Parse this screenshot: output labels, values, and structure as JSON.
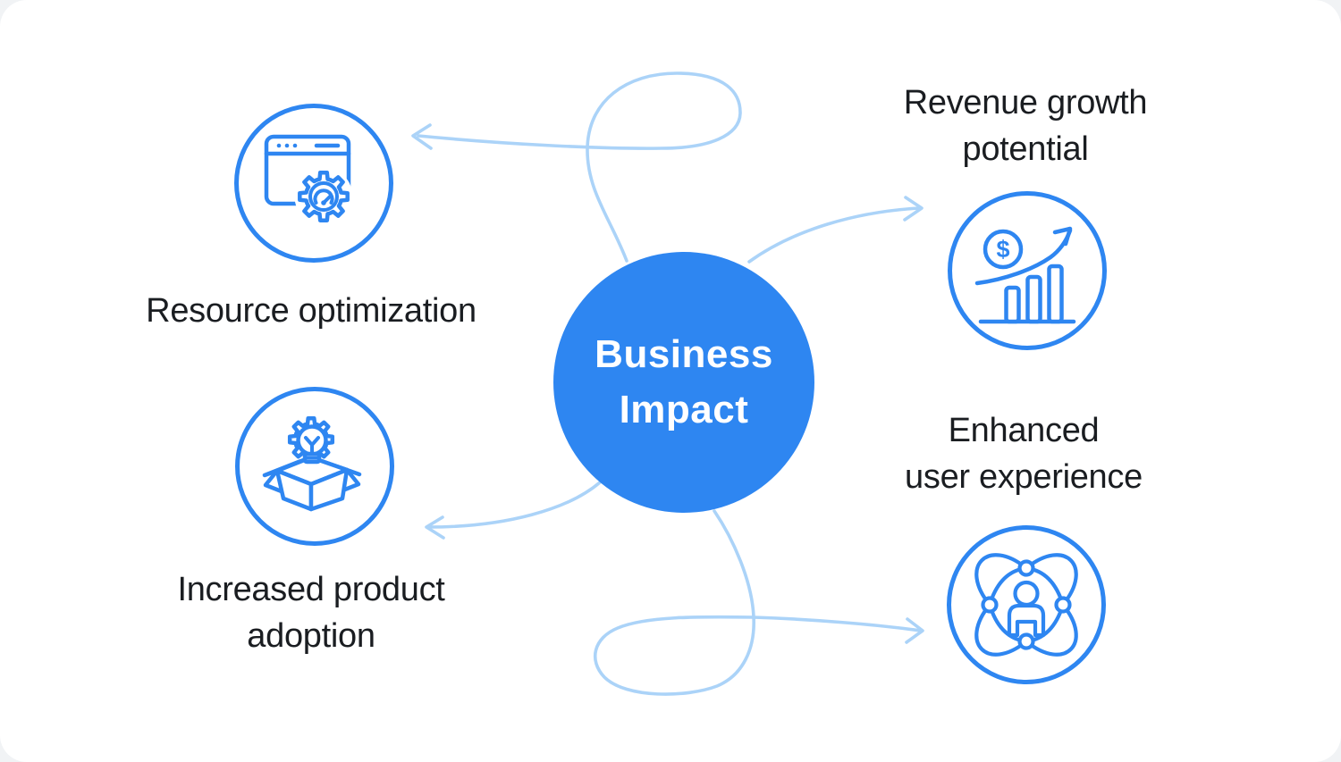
{
  "page": {
    "background": "#f1f3f5",
    "card_background": "#ffffff"
  },
  "colors": {
    "primary_blue": "#2e86f1",
    "connector_blue": "#abd3f8",
    "label_text": "#1a1d21",
    "center_text": "#ffffff"
  },
  "center": {
    "title_line1": "Business",
    "title_line2": "Impact"
  },
  "nodes": [
    {
      "id": "resource-optimization",
      "lines": [
        "Resource optimization",
        ""
      ],
      "icon": "browser-performance-gear-icon",
      "position": "top-left"
    },
    {
      "id": "revenue-growth",
      "lines": [
        "Revenue growth",
        "potential"
      ],
      "icon": "dollar-growth-chart-icon",
      "position": "top-right"
    },
    {
      "id": "increased-product-adoption",
      "lines": [
        "Increased product",
        "adoption"
      ],
      "icon": "open-box-lightbulb-icon",
      "position": "bottom-left"
    },
    {
      "id": "enhanced-user-experience",
      "lines": [
        "Enhanced",
        "user experience"
      ],
      "icon": "person-network-icon",
      "position": "bottom-right"
    }
  ]
}
